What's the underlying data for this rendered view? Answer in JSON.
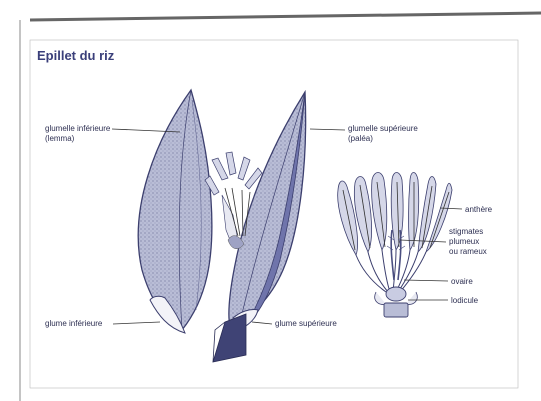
{
  "title": "Epillet du riz",
  "labels": {
    "glumelle_inferieure": [
      "glumelle inférieure",
      "(lemma)"
    ],
    "glumelle_superieure": [
      "glumelle supérieure",
      "(paléa)"
    ],
    "glume_inferieure": "glume inférieure",
    "glume_superieure": "glume supérieure",
    "anthere": "anthère",
    "stigmates": [
      "stigmates",
      "plumeux",
      "ou rameux"
    ],
    "ovaire": "ovaire",
    "lodicule": "lodicule"
  },
  "colors": {
    "frame": "#8a8a8a",
    "lemma_fill": "#b9bdd6",
    "lemma_edge": "#3c3f6e",
    "palea_fill": "#6f74ab",
    "palea_light": "#c9cce2",
    "stem_dark": "#3f4375",
    "anther_fill": "#d5d7e8",
    "glume_fill": "#f3f3f8"
  }
}
